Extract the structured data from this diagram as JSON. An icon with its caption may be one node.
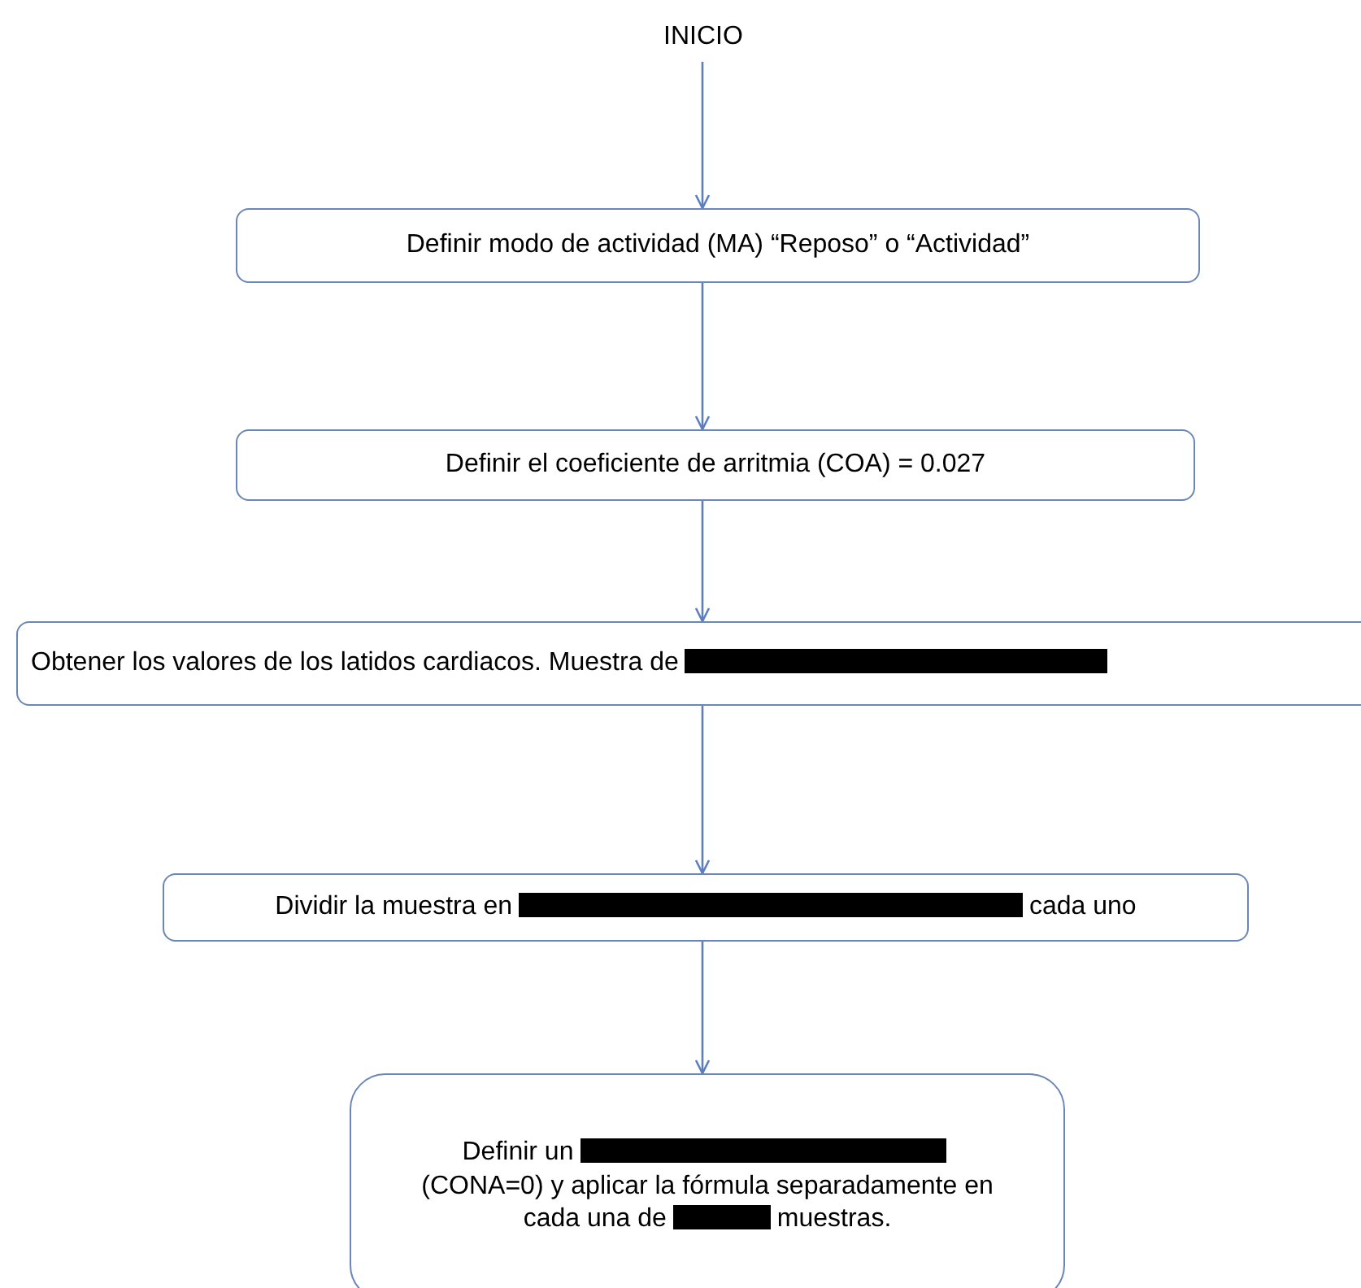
{
  "diagram": {
    "nodes": [
      {
        "text": [
          "INICIO"
        ]
      },
      {
        "text": [
          "Definir modo de actividad (MA) “Reposo” o “Actividad”"
        ]
      },
      {
        "text": [
          "Definir el coeficiente de arritmia (COA) = 0.027"
        ]
      },
      {
        "text": [
          "Obtener los valores de los latidos cardiacos. Muestra de"
        ]
      },
      {
        "text": [
          "Dividir la muestra en",
          "cada uno"
        ]
      },
      {
        "text": [
          "Definir un",
          "(CONA=0) y aplicar la fórmula separadamente en cada una de",
          "muestras."
        ]
      }
    ],
    "edges": [
      {
        "from": 0,
        "to": 1,
        "arrow": "to"
      },
      {
        "from": 1,
        "to": 2,
        "arrow": "to"
      },
      {
        "from": 2,
        "to": 3,
        "arrow": "to"
      },
      {
        "from": 3,
        "to": 4,
        "arrow": "to"
      },
      {
        "from": 4,
        "to": 5,
        "arrow": "to"
      }
    ]
  }
}
